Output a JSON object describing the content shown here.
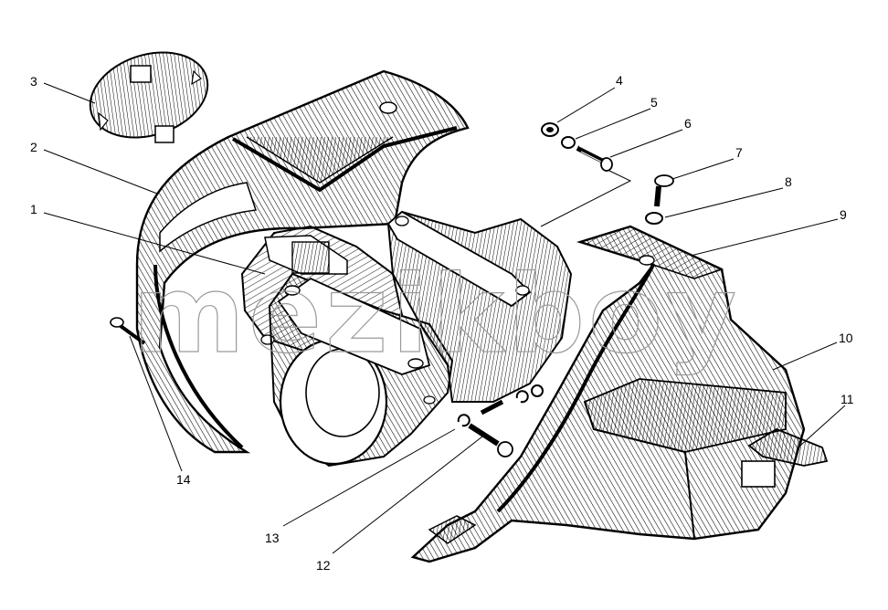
{
  "diagram": {
    "callouts": [
      {
        "id": "1",
        "text": "1"
      },
      {
        "id": "2",
        "text": "2"
      },
      {
        "id": "3",
        "text": "3"
      },
      {
        "id": "4",
        "text": "4"
      },
      {
        "id": "5",
        "text": "5"
      },
      {
        "id": "6",
        "text": "6"
      },
      {
        "id": "7",
        "text": "7"
      },
      {
        "id": "8",
        "text": "8"
      },
      {
        "id": "9",
        "text": "9"
      },
      {
        "id": "10",
        "text": "10"
      },
      {
        "id": "11",
        "text": "11"
      },
      {
        "id": "12",
        "text": "12"
      },
      {
        "id": "13",
        "text": "13"
      },
      {
        "id": "14",
        "text": "14"
      }
    ],
    "watermark": "mezikboy"
  },
  "colors": {
    "ink": "#000000",
    "paper": "#ffffff",
    "watermark": "#9a9a9a"
  }
}
